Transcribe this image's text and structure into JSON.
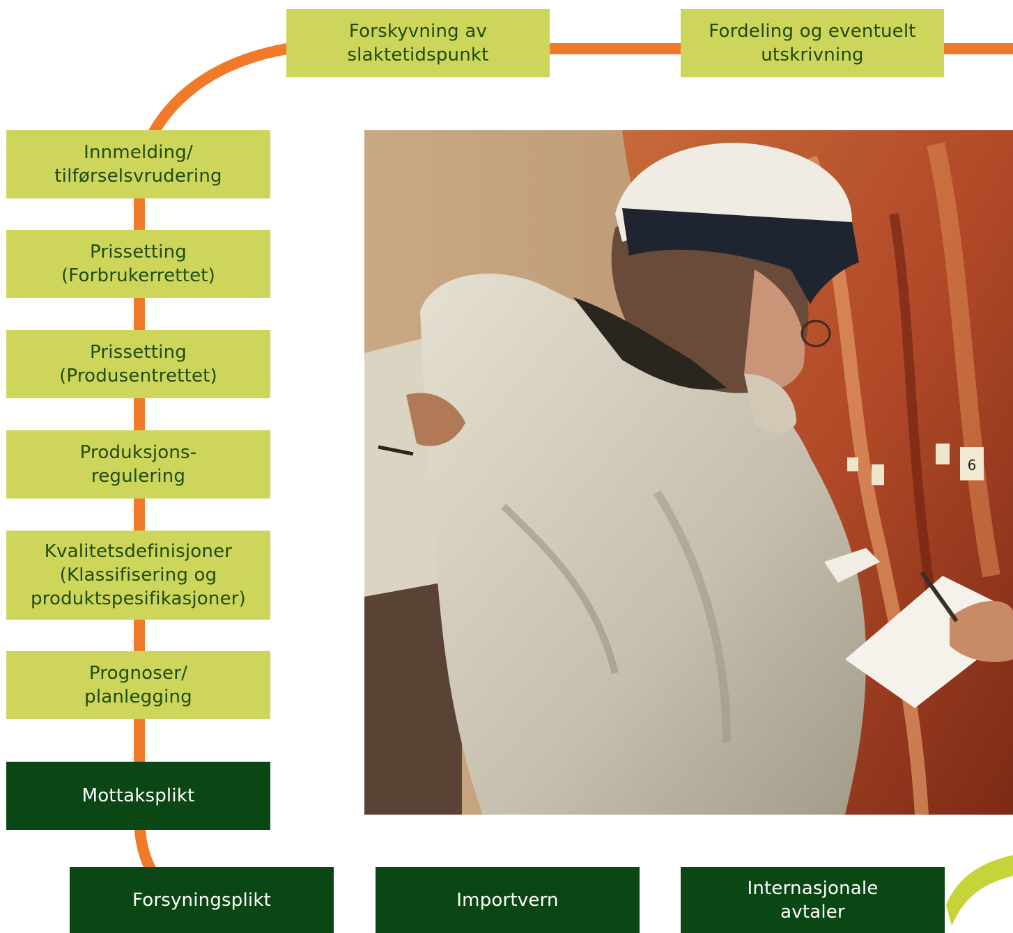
{
  "colors": {
    "connector": "#f07a28",
    "light_box": "#cdd65a",
    "light_text": "#1f4a12",
    "dark_box": "#0b4714",
    "dark_text": "#ffffff",
    "lime_accent": "#c6d43a"
  },
  "top_row": {
    "box1": "Forskyvning av\nslaktetidspunkt",
    "box2": "Fordeling og eventuelt\nutskrivning"
  },
  "left_column": {
    "items": [
      {
        "label": "Innmelding/\ntilførselsvrudering"
      },
      {
        "label": "Prissetting\n(Forbrukerrettet)"
      },
      {
        "label": "Prissetting\n(Produsentrettet)"
      },
      {
        "label": "Produksjons-\nregulering"
      },
      {
        "label": "Kvalitetsdefinisjoner\n(Klassifisering og\nproduktspesifikasjoner)"
      },
      {
        "label": "Prognoser/\nplanlegging"
      },
      {
        "label": "Mottaksplikt"
      }
    ]
  },
  "bottom_row": {
    "box1": "Forsyningsplikt",
    "box2": "Importvern",
    "box3": "Internasjonale\navtaler"
  },
  "photo": {
    "tag_number": "6"
  }
}
